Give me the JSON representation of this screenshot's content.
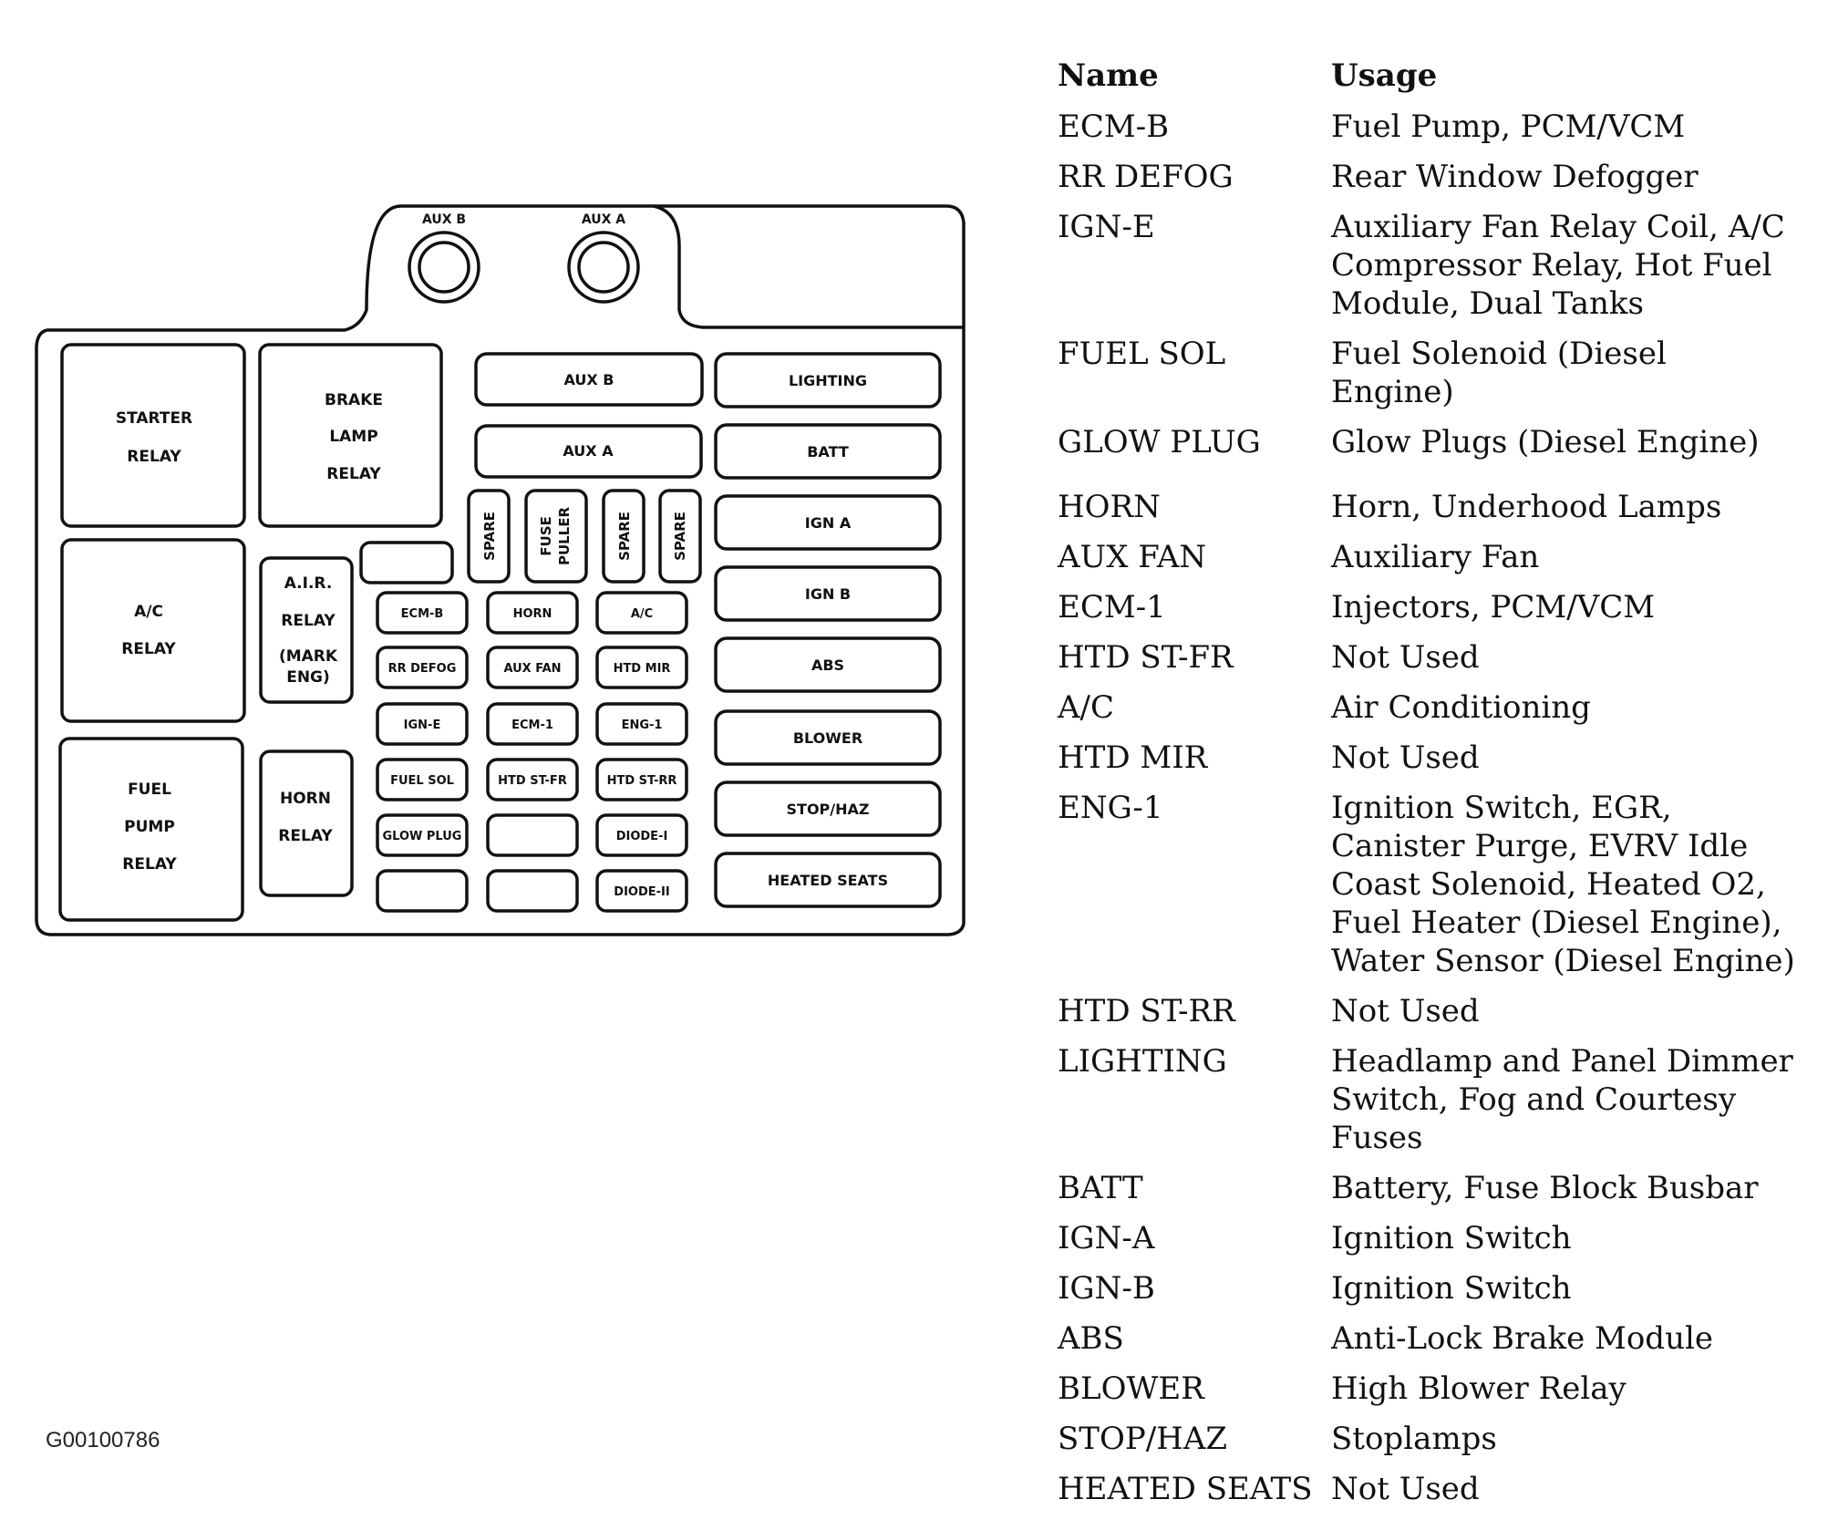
{
  "diagram": {
    "aux_b": "AUX B",
    "aux_a": "AUX A",
    "relays": {
      "starter": [
        "STARTER",
        "RELAY"
      ],
      "brake": [
        "BRAKE",
        "LAMP",
        "RELAY"
      ],
      "ac": [
        "A/C",
        "RELAY"
      ],
      "air": [
        "A.I.R.",
        "RELAY",
        "(MARK",
        "ENG)"
      ],
      "fuel_pump": [
        "FUEL",
        "PUMP",
        "RELAY"
      ],
      "horn": [
        "HORN",
        "RELAY"
      ]
    },
    "aux_b_fuse": "AUX B",
    "aux_a_fuse": "AUX A",
    "spare": "SPARE",
    "fuse_puller": [
      "FUSE",
      "PULLER"
    ],
    "right_fuses": [
      "LIGHTING",
      "BATT",
      "IGN A",
      "IGN B",
      "ABS",
      "BLOWER",
      "STOP/HAZ",
      "HEATED SEATS"
    ],
    "mini_fuses": [
      "ECM-B",
      "HORN",
      "A/C",
      "RR DEFOG",
      "AUX FAN",
      "HTD MIR",
      "IGN-E",
      "ECM-1",
      "ENG-1",
      "FUEL SOL",
      "HTD ST-FR",
      "HTD ST-RR",
      "GLOW PLUG",
      "DIODE-I",
      "DIODE-II"
    ]
  },
  "legend": {
    "headers": {
      "name": "Name",
      "usage": "Usage"
    },
    "rows": [
      {
        "name": "ECM-B",
        "usage": "Fuel Pump, PCM/VCM"
      },
      {
        "name": "RR DEFOG",
        "usage": "Rear Window Defogger"
      },
      {
        "name": "IGN-E",
        "usage": "Auxiliary Fan Relay Coil, A/C Compressor Relay, Hot Fuel Module, Dual Tanks"
      },
      {
        "name": "FUEL SOL",
        "usage": "Fuel Solenoid (Diesel Engine)"
      },
      {
        "name": "GLOW PLUG",
        "usage": "Glow Plugs (Diesel Engine)"
      },
      {
        "name": "HORN",
        "usage": "Horn, Underhood Lamps"
      },
      {
        "name": "AUX FAN",
        "usage": "Auxiliary Fan"
      },
      {
        "name": "ECM-1",
        "usage": "Injectors, PCM/VCM"
      },
      {
        "name": "HTD ST-FR",
        "usage": "Not Used"
      },
      {
        "name": "A/C",
        "usage": "Air Conditioning"
      },
      {
        "name": "HTD MIR",
        "usage": "Not Used"
      },
      {
        "name": "ENG-1",
        "usage": "Ignition Switch, EGR, Canister Purge, EVRV Idle Coast Solenoid, Heated O2, Fuel Heater (Diesel Engine), Water Sensor (Diesel Engine)"
      },
      {
        "name": "HTD ST-RR",
        "usage": "Not Used"
      },
      {
        "name": "LIGHTING",
        "usage": "Headlamp and Panel Dimmer Switch, Fog and Courtesy Fuses"
      },
      {
        "name": "BATT",
        "usage": "Battery, Fuse Block Busbar"
      },
      {
        "name": "IGN-A",
        "usage": "Ignition Switch"
      },
      {
        "name": "IGN-B",
        "usage": "Ignition Switch"
      },
      {
        "name": "ABS",
        "usage": "Anti-Lock Brake Module"
      },
      {
        "name": "BLOWER",
        "usage": "High Blower Relay"
      },
      {
        "name": "STOP/HAZ",
        "usage": "Stoplamps"
      },
      {
        "name": "HEATED SEATS",
        "usage": "Not Used"
      }
    ]
  },
  "figure_id": "G00100786"
}
